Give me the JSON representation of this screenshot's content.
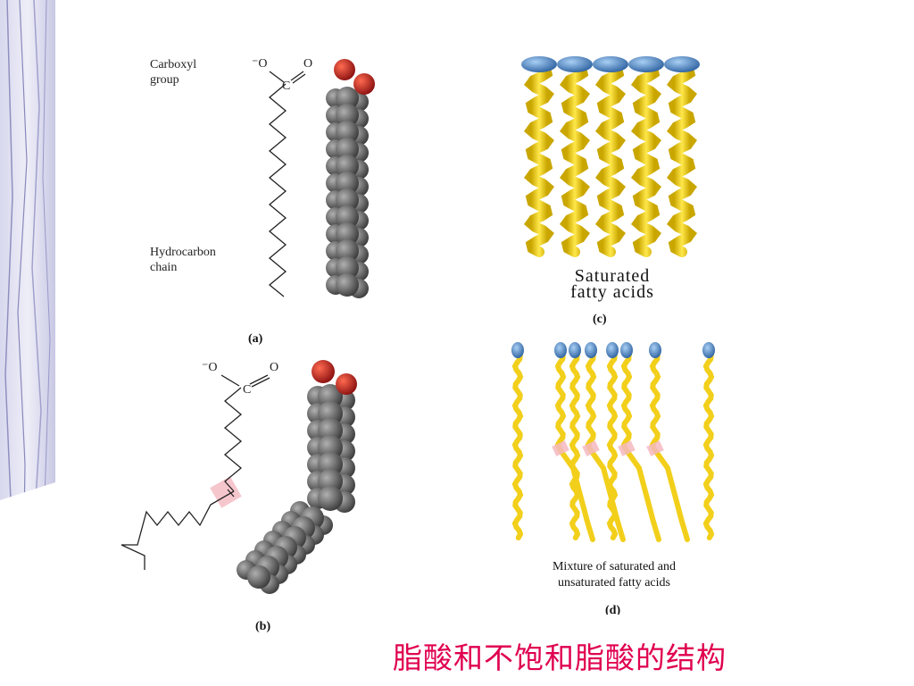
{
  "panel_a": {
    "tag": "(a)",
    "carboxyl_label_line1": "Carboxyl",
    "carboxyl_label_line2": "group",
    "chain_label_line1": "Hydrocarbon",
    "chain_label_line2": "chain",
    "formula_o_minus": "⁻O",
    "formula_o": "O",
    "formula_c": "C"
  },
  "panel_b": {
    "tag": "(b)",
    "formula_o_minus": "⁻O",
    "formula_o": "O",
    "formula_c": "C"
  },
  "panel_c": {
    "tag": "(c)",
    "caption_line1": "Saturated",
    "caption_line2": "fatty acids"
  },
  "panel_d": {
    "tag": "(d)",
    "caption_line1": "Mixture of saturated and",
    "caption_line2": "unsaturated fatty acids"
  },
  "slide_title": "脂酸和不饱和脂酸的结构",
  "colors": {
    "title": "#e0004f",
    "tail_yellow": "#f4d21a",
    "head_blue": "#4a86c8",
    "oxygen_red": "#c0241a",
    "carbon_grey": "#5a5a5a",
    "double_bond_pink": "#f4b8c0"
  }
}
